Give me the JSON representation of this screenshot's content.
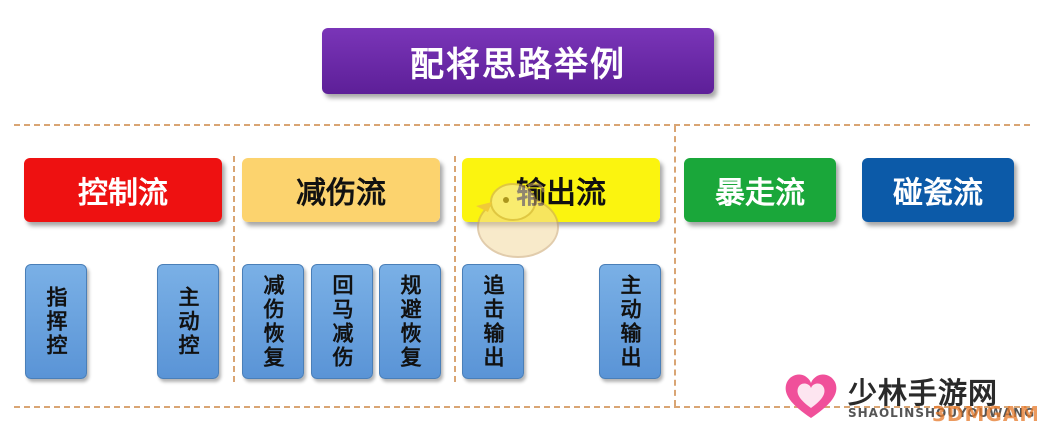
{
  "title": "配将思路举例",
  "categories": [
    {
      "label": "控制流",
      "color": "#ee1111",
      "text_color": "#ffffff"
    },
    {
      "label": "减伤流",
      "color": "#fcd36e",
      "text_color": "#111111"
    },
    {
      "label": "输出流",
      "color": "#fbf40f",
      "text_color": "#111111"
    },
    {
      "label": "暴走流",
      "color": "#1aa73a",
      "text_color": "#ffffff"
    },
    {
      "label": "碰瓷流",
      "color": "#0c5aa8",
      "text_color": "#ffffff"
    }
  ],
  "tactics": [
    {
      "label": "指挥控"
    },
    {
      "label": "主动控"
    },
    {
      "label": "减伤恢复"
    },
    {
      "label": "回马减伤"
    },
    {
      "label": "规避恢复"
    },
    {
      "label": "追击输出"
    },
    {
      "label": "主动输出"
    }
  ],
  "watermark": {
    "title": "少林手游网",
    "subtitle": "SHAOLINSHOUYOUWANG",
    "overlay": "3DMGAME"
  }
}
